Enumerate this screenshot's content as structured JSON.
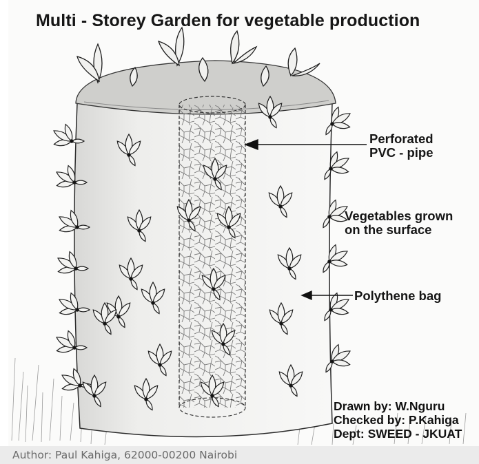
{
  "title": "Multi - Storey Garden for vegetable production",
  "labels": {
    "pipe_line1": "Perforated",
    "pipe_line2": "PVC - pipe",
    "veg_line1": "Vegetables grown",
    "veg_line2": "on the surface",
    "bag": "Polythene bag"
  },
  "credits": {
    "drawn": "Drawn by: W.Nguru",
    "checked": "Checked by: P.Kahiga",
    "dept": "Dept: SWEED - JKUAT"
  },
  "footer": "Author: Paul Kahiga, 62000-00200 Nairobi",
  "colors": {
    "ink": "#1a1a1a",
    "pencil": "#555555",
    "footer_bg": "#ebebeb",
    "footer_text": "#6a6a6a"
  }
}
